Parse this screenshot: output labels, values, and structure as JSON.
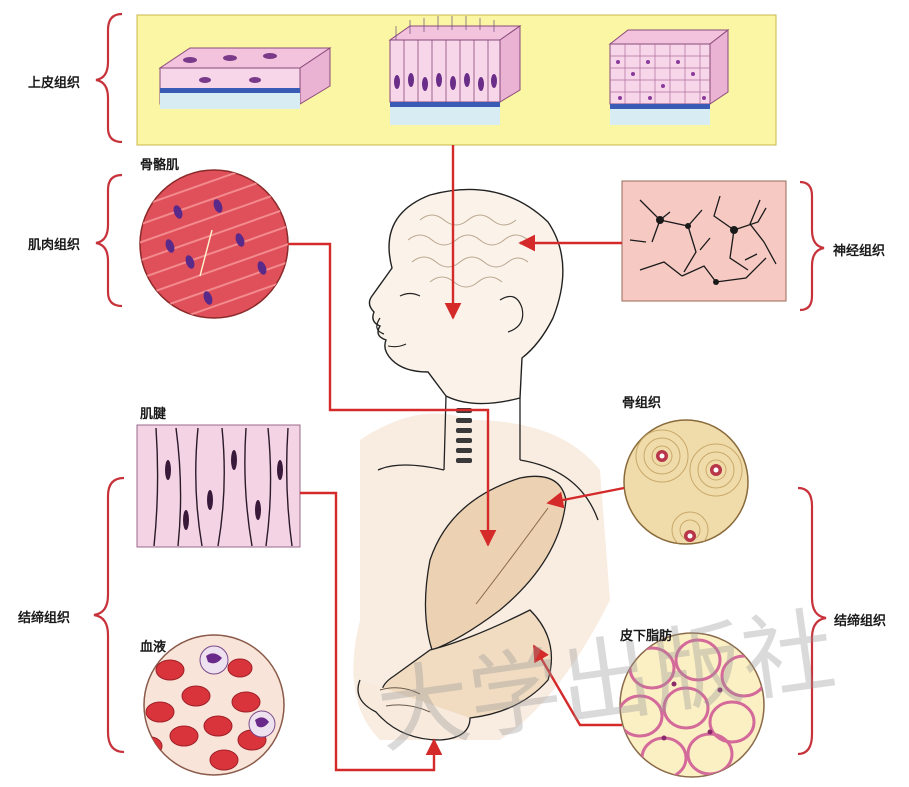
{
  "groups": {
    "epithelial": "上皮组织",
    "muscle": "肌肉组织",
    "nervous": "神经组织",
    "connective_left": "结缔组织",
    "connective_right": "结缔组织"
  },
  "samples": {
    "skeletal_muscle": "骨骼肌",
    "tendon": "肌腱",
    "blood": "血液",
    "bone": "骨组织",
    "adipose": "皮下脂肪"
  },
  "watermark": "大学出版社",
  "colors": {
    "arrow": "#d42a2a",
    "bracket": "#c8323a",
    "epithelial_panel": "#fbf6a4",
    "muscle": "#e0505a",
    "nerve_bg": "#f6c9c3",
    "tendon_bg": "#f4d3e4",
    "blood_bg": "#f8e4d8",
    "rbc": "#d9343c",
    "bone_bg": "#f0dcaa",
    "fat_bg": "#fbefc4",
    "skin": "#f4dcc3"
  }
}
